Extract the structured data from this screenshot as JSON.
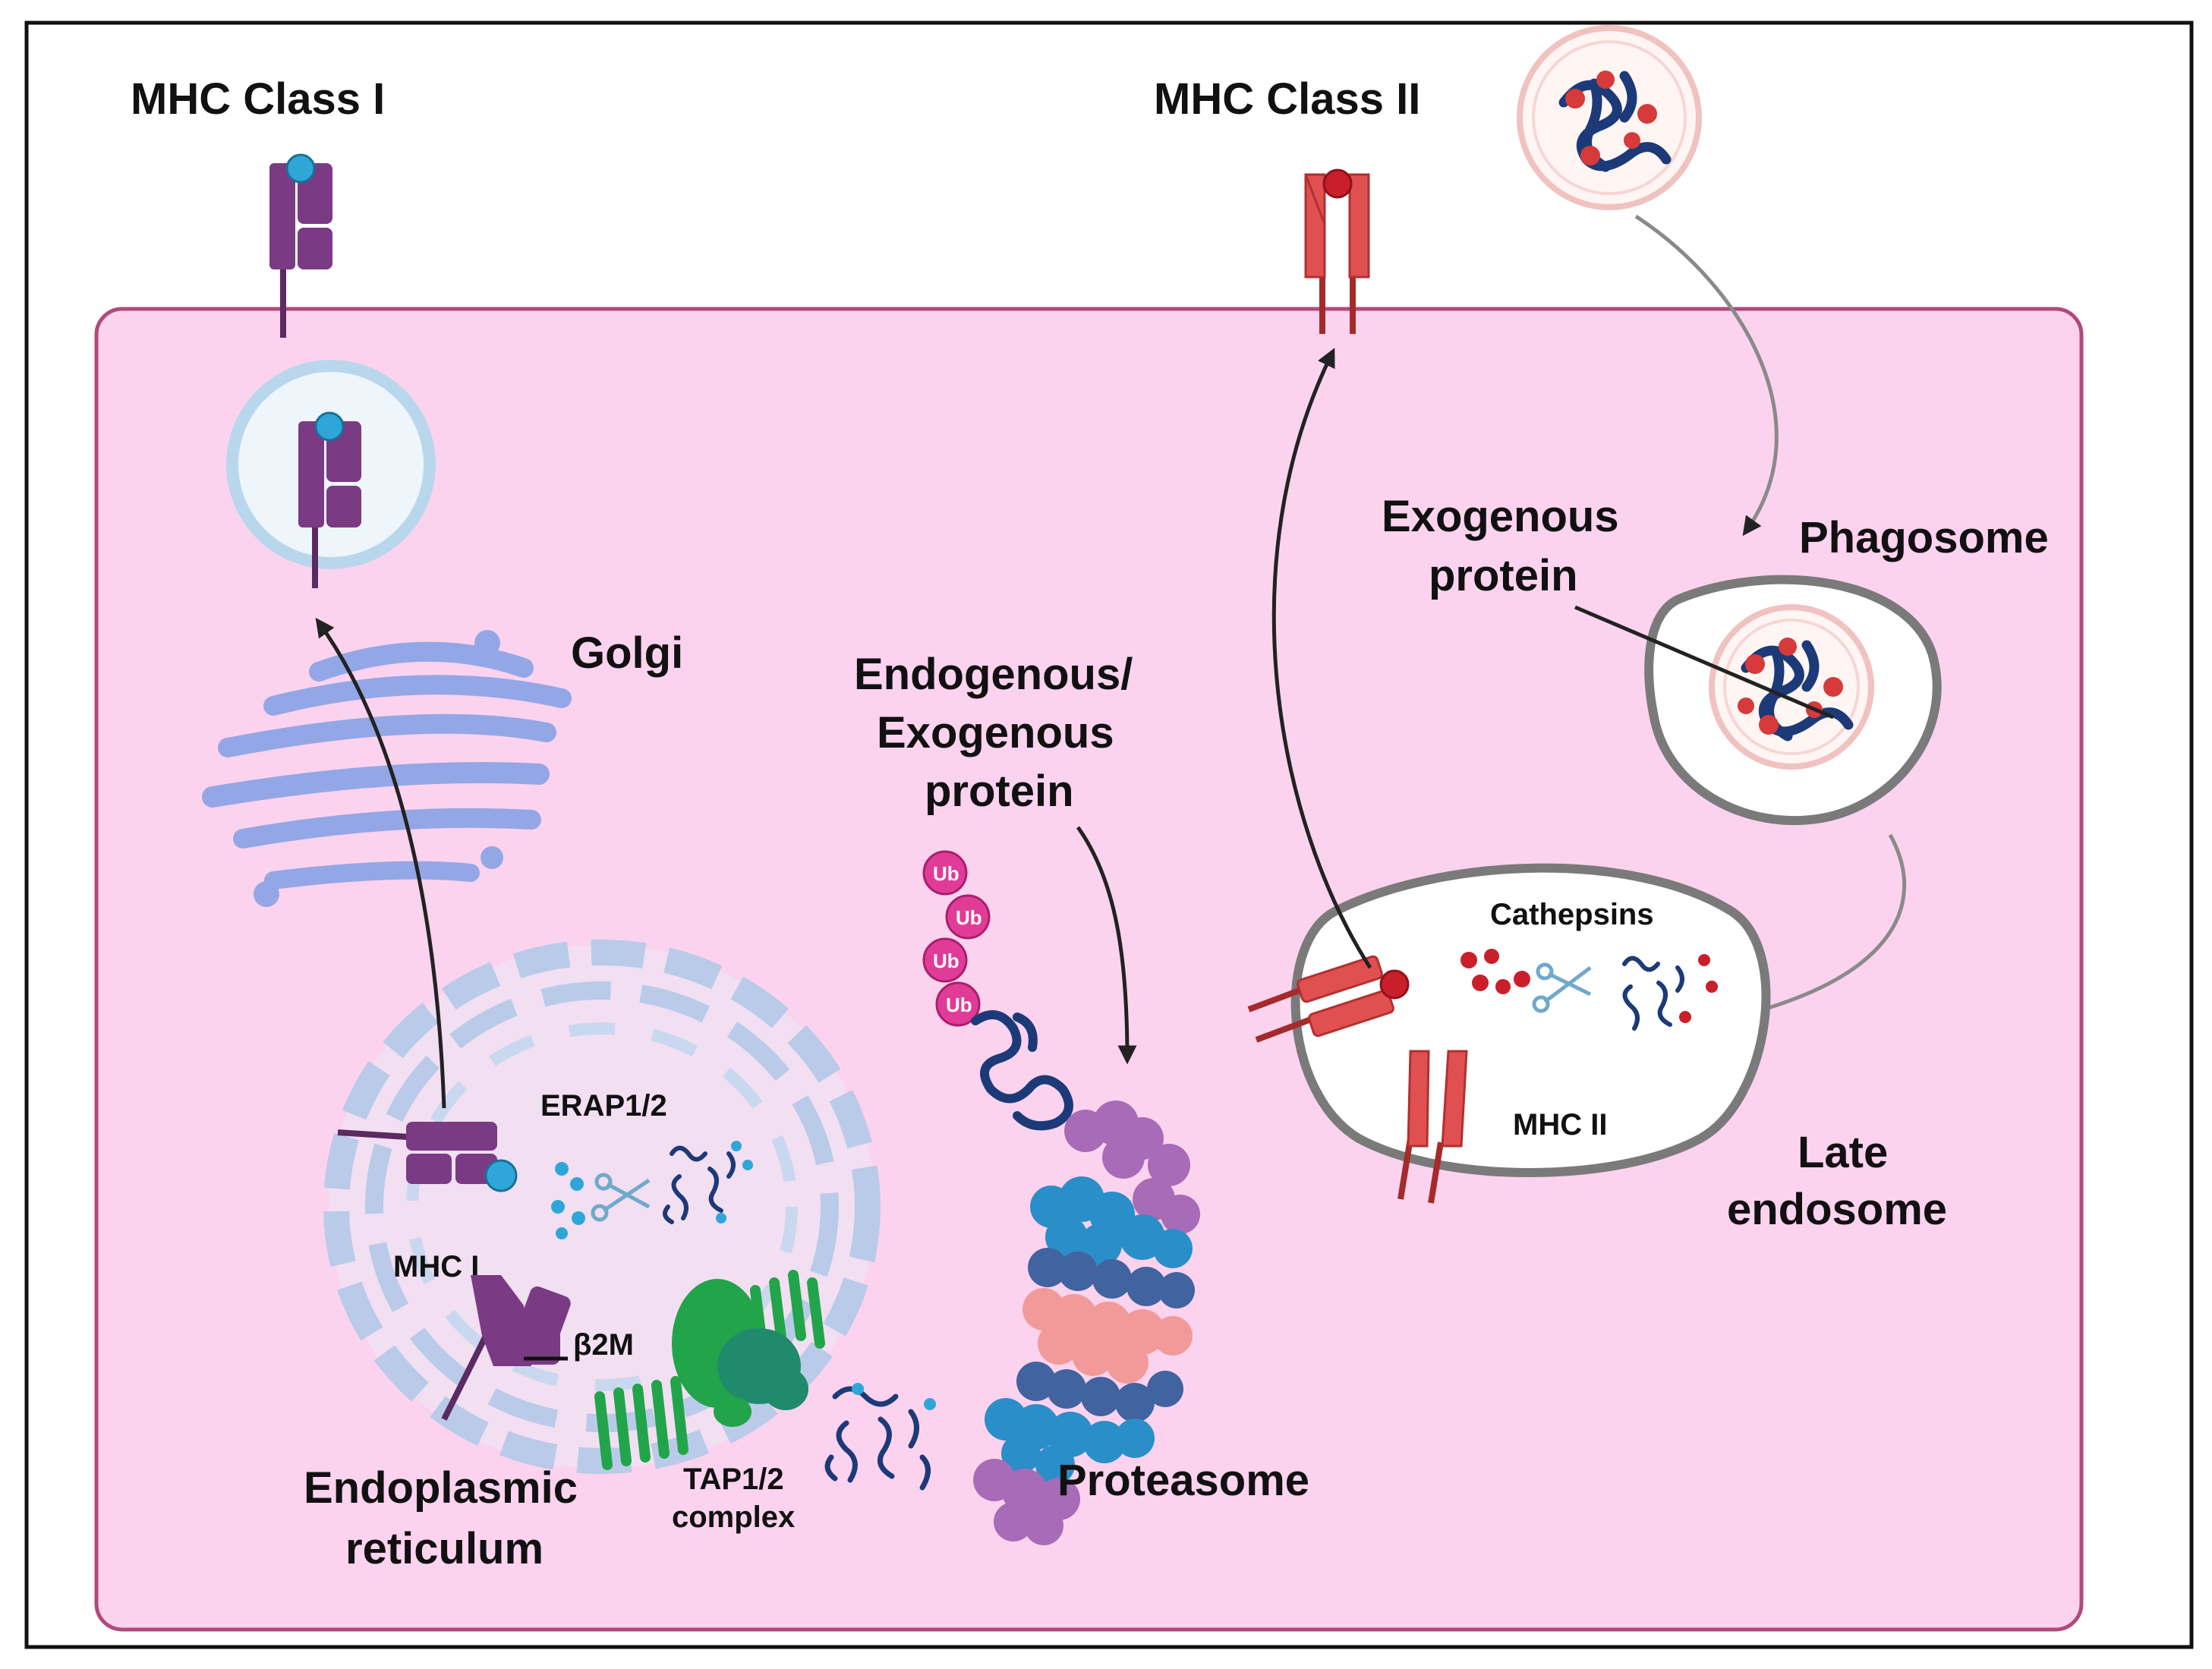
{
  "labels": {
    "mhc_class_1": "MHC Class I",
    "mhc_class_2": "MHC Class II",
    "golgi": "Golgi",
    "erap": "ERAP1/2",
    "mhc_1": "MHC I",
    "b2m": "β2M",
    "er_line1": "Endoplasmic",
    "er_line2": "reticulum",
    "tap_line1": "TAP1/2",
    "tap_line2": "complex",
    "endo_line1": "Endogenous/",
    "endo_line2": "Exogenous",
    "endo_line3": "protein",
    "ub": "Ub",
    "proteasome": "Proteasome",
    "exo_line1": "Exogenous",
    "exo_line2": "protein",
    "phagosome": "Phagosome",
    "cathepsins": "Cathepsins",
    "mhc_2": "MHC II",
    "late_line1": "Late",
    "late_line2": "endosome"
  },
  "colors": {
    "cell_fill": "#fcd3ee",
    "cell_border": "#b04a7a",
    "mhc1_purple": "#7b3a84",
    "mhc2_red": "#e05050",
    "golgi_blue": "#93a7e6",
    "er_blue": "#b9cbe8",
    "peptide_cyan": "#2fa6d8",
    "protein_navy": "#1d3a78",
    "ub_magenta": "#e03c97",
    "tap_green": "#22a44a",
    "tap_teal": "#1f8b6c",
    "proteasome_purple": "#a86bb7",
    "proteasome_blue": "#2a8ec9",
    "proteasome_pink": "#f29a9a",
    "proteasome_navy": "#41639f",
    "arrow": "#222222"
  }
}
